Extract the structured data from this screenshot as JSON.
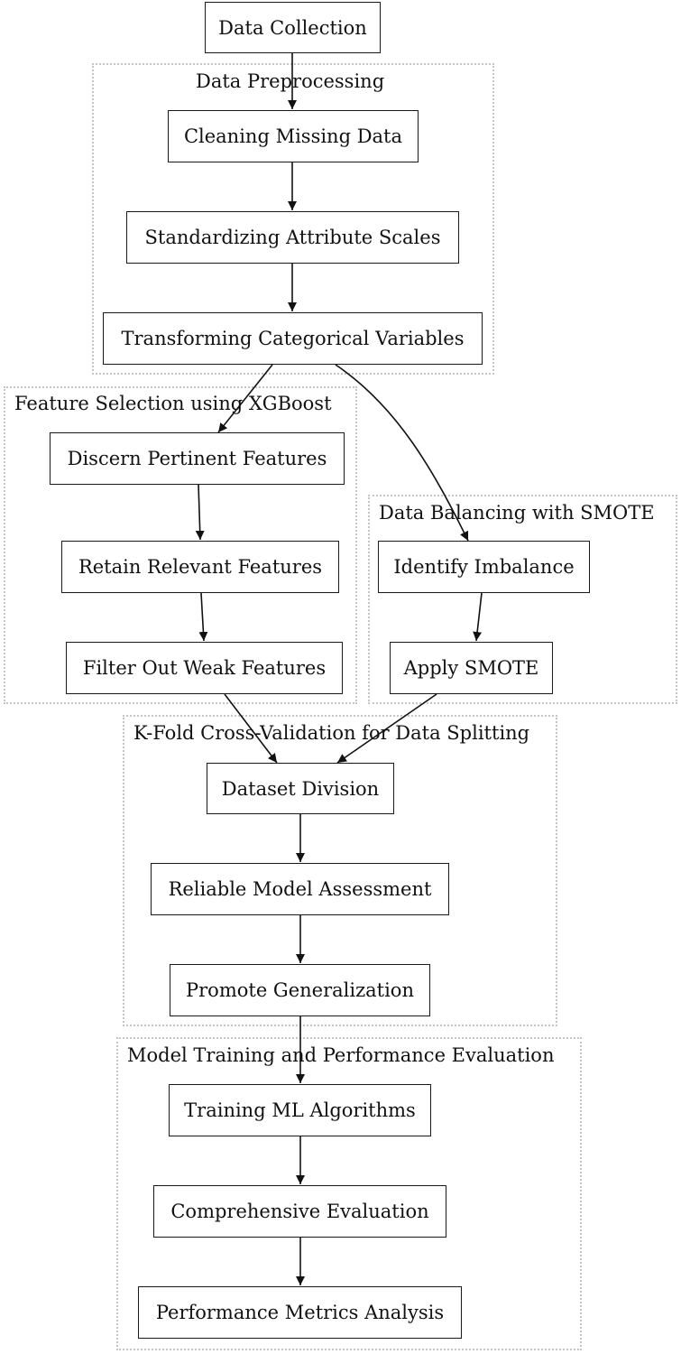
{
  "clusters": {
    "preprocessing": "Data Preprocessing",
    "feature_selection": "Feature Selection using XGBoost",
    "balancing": "Data Balancing with SMOTE",
    "kfold": "K-Fold Cross-Validation for Data Splitting",
    "training": "Model Training and Performance Evaluation"
  },
  "nodes": {
    "data_collection": "Data Collection",
    "cleaning": "Cleaning Missing Data",
    "standardizing": "Standardizing Attribute Scales",
    "transforming": "Transforming Categorical Variables",
    "discern": "Discern Pertinent Features",
    "retain": "Retain Relevant Features",
    "filter": "Filter Out Weak Features",
    "identify": "Identify Imbalance",
    "apply_smote": "Apply SMOTE",
    "dataset_division": "Dataset Division",
    "reliable": "Reliable Model Assessment",
    "promote": "Promote Generalization",
    "training_ml": "Training ML Algorithms",
    "comprehensive": "Comprehensive Evaluation",
    "metrics": "Performance Metrics Analysis"
  },
  "edges": [
    [
      "data_collection",
      "cleaning"
    ],
    [
      "cleaning",
      "standardizing"
    ],
    [
      "standardizing",
      "transforming"
    ],
    [
      "transforming",
      "discern"
    ],
    [
      "transforming",
      "identify"
    ],
    [
      "discern",
      "retain"
    ],
    [
      "retain",
      "filter"
    ],
    [
      "identify",
      "apply_smote"
    ],
    [
      "filter",
      "dataset_division"
    ],
    [
      "apply_smote",
      "dataset_division"
    ],
    [
      "dataset_division",
      "reliable"
    ],
    [
      "reliable",
      "promote"
    ],
    [
      "promote",
      "training_ml"
    ],
    [
      "training_ml",
      "comprehensive"
    ],
    [
      "comprehensive",
      "metrics"
    ]
  ]
}
